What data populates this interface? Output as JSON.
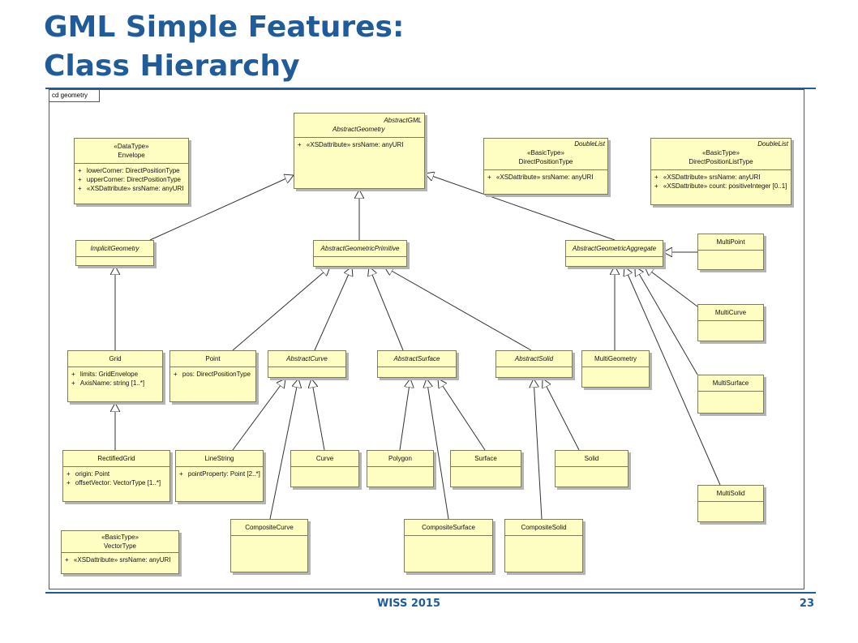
{
  "slide": {
    "title_line1": "GML Simple Features:",
    "title_line2": "Class Hierarchy",
    "footer": "WISS 2015",
    "page_number": "23"
  },
  "diagram": {
    "frame_label": "cd geometry",
    "classes": {
      "abstract_geometry": {
        "tagged": "AbstractGML",
        "name": "AbstractGeometry",
        "attributes": [
          "«XSDattribute» srsName:  anyURI"
        ]
      },
      "envelope": {
        "stereotype": "«DataType»",
        "name": "Envelope",
        "attributes": [
          "lowerCorner:  DirectPositionType",
          "upperCorner:  DirectPositionType",
          "«XSDattribute» srsName:  anyURI"
        ]
      },
      "direct_position_type": {
        "tagged": "DoubleList",
        "stereotype": "«BasicType»",
        "name": "DirectPositionType",
        "attributes": [
          "«XSDattribute» srsName:  anyURI"
        ]
      },
      "direct_position_list_type": {
        "tagged": "DoubleList",
        "stereotype": "«BasicType»",
        "name": "DirectPositionListType",
        "attributes": [
          "«XSDattribute» srsName:  anyURI",
          "«XSDattribute» count:  positiveInteger [0..1]"
        ]
      },
      "implicit_geometry": {
        "name": "ImplicitGeometry"
      },
      "abstract_geometric_primitive": {
        "name": "AbstractGeometricPrimitive"
      },
      "abstract_geometric_aggregate": {
        "name": "AbstractGeometricAggregate"
      },
      "multi_point": {
        "name": "MultiPoint"
      },
      "multi_curve": {
        "name": "MultiCurve"
      },
      "multi_surface": {
        "name": "MultiSurface"
      },
      "multi_solid": {
        "name": "MultiSolid"
      },
      "multi_geometry": {
        "name": "MultiGeometry"
      },
      "grid": {
        "name": "Grid",
        "attributes": [
          "limits:  GridEnvelope",
          "AxisName:  string [1..*]"
        ]
      },
      "point": {
        "name": "Point",
        "attributes": [
          "pos:  DirectPositionType"
        ]
      },
      "abstract_curve": {
        "name": "AbstractCurve"
      },
      "abstract_surface": {
        "name": "AbstractSurface"
      },
      "abstract_solid": {
        "name": "AbstractSolid"
      },
      "rectified_grid": {
        "name": "RectifiedGrid",
        "attributes": [
          "origin:  Point",
          "offsetVector:  VectorType [1..*]"
        ]
      },
      "line_string": {
        "name": "LineString",
        "attributes": [
          "pointProperty:  Point [2..*]"
        ]
      },
      "curve": {
        "name": "Curve"
      },
      "polygon": {
        "name": "Polygon"
      },
      "surface": {
        "name": "Surface"
      },
      "solid": {
        "name": "Solid"
      },
      "vector_type": {
        "stereotype": "«BasicType»",
        "name": "VectorType",
        "attributes": [
          "«XSDattribute» srsName:  anyURI"
        ]
      },
      "composite_curve": {
        "name": "CompositeCurve"
      },
      "composite_surface": {
        "name": "CompositeSurface"
      },
      "composite_solid": {
        "name": "CompositeSolid"
      }
    },
    "relationships_type": "generalization",
    "relationships": [
      [
        "implicit_geometry",
        "abstract_geometry"
      ],
      [
        "abstract_geometric_primitive",
        "abstract_geometry"
      ],
      [
        "abstract_geometric_aggregate",
        "abstract_geometry"
      ],
      [
        "grid",
        "implicit_geometry"
      ],
      [
        "rectified_grid",
        "grid"
      ],
      [
        "point",
        "abstract_geometric_primitive"
      ],
      [
        "abstract_curve",
        "abstract_geometric_primitive"
      ],
      [
        "abstract_surface",
        "abstract_geometric_primitive"
      ],
      [
        "abstract_solid",
        "abstract_geometric_primitive"
      ],
      [
        "line_string",
        "abstract_curve"
      ],
      [
        "curve",
        "abstract_curve"
      ],
      [
        "composite_curve",
        "abstract_curve"
      ],
      [
        "polygon",
        "abstract_surface"
      ],
      [
        "surface",
        "abstract_surface"
      ],
      [
        "composite_surface",
        "abstract_surface"
      ],
      [
        "solid",
        "abstract_solid"
      ],
      [
        "composite_solid",
        "abstract_solid"
      ],
      [
        "multi_point",
        "abstract_geometric_aggregate"
      ],
      [
        "multi_curve",
        "abstract_geometric_aggregate"
      ],
      [
        "multi_surface",
        "abstract_geometric_aggregate"
      ],
      [
        "multi_solid",
        "abstract_geometric_aggregate"
      ],
      [
        "multi_geometry",
        "abstract_geometric_aggregate"
      ]
    ]
  }
}
